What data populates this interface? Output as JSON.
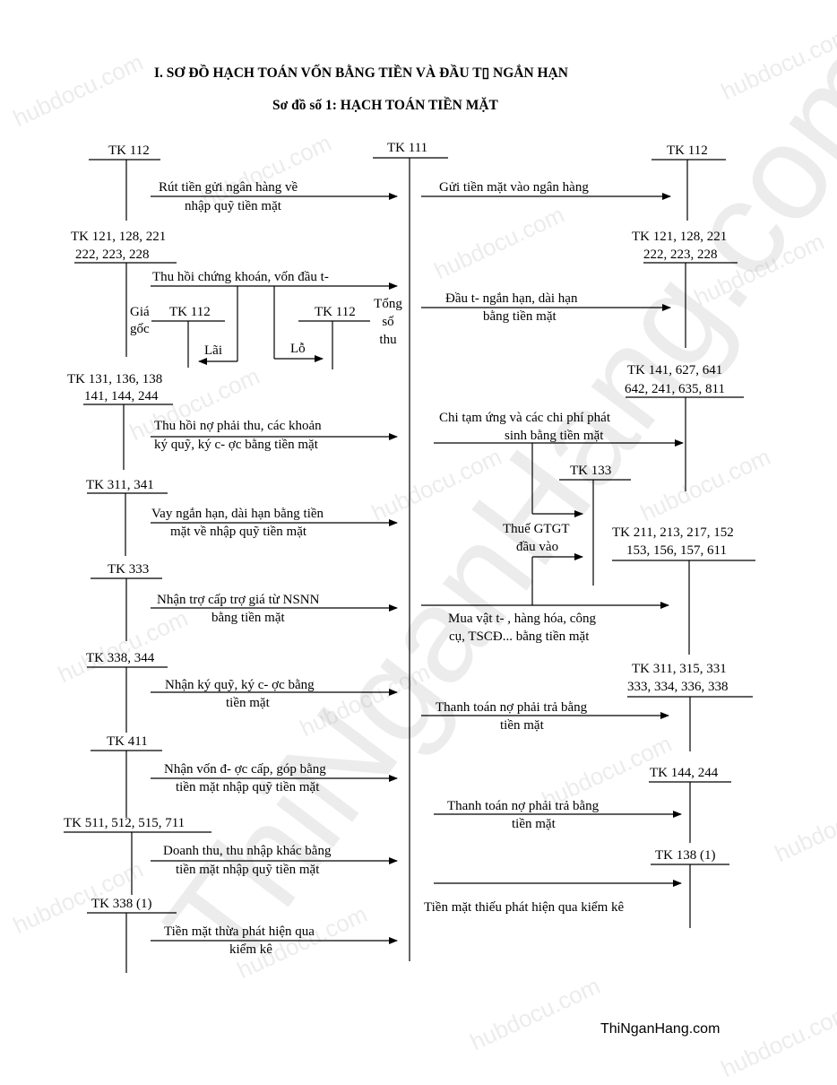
{
  "title": "I. SƠ ĐỒ HẠCH TOÁN VỐN BẰNG TIỀN VÀ ĐẦU T▯ NGẮN HẠN",
  "subtitle": "Sơ đồ số 1: HẠCH TOÁN TIỀN MẶT",
  "center_account": "TK 111",
  "left_accounts": {
    "tk112": "TK 112",
    "tk121_l1": "TK 121, 128, 221",
    "tk121_l2": "222, 223, 228",
    "tk131_l1": "TK 131, 136, 138",
    "tk131_l2": "141, 144, 244",
    "tk311": "TK 311, 341",
    "tk333": "TK 333",
    "tk338": "TK 338, 344",
    "tk411": "TK 411",
    "tk511": "TK 511, 512, 515, 711",
    "tk3381": "TK 338 (1)"
  },
  "left_entries": {
    "e1_l1": "Rút tiền gửi ngân hàng về",
    "e1_l2": "nhập quỹ tiền mặt",
    "e2": "Thu hồi chứng khoán, vốn đầu t-",
    "gia_goc_l1": "Giá",
    "gia_goc_l2": "gốc",
    "sub_tk112_a": "TK 112",
    "sub_tk112_b": "TK 112",
    "lai": "Lãi",
    "lo": "Lỗ",
    "tong_l1": "Tổng",
    "tong_l2": "số",
    "tong_l3": "thu",
    "e3_l1": "Thu hồi nợ phải thu, các khoản",
    "e3_l2": "ký quỹ, ký c- ợc bằng tiền mặt",
    "e4_l1": "Vay ngắn hạn, dài hạn bằng tiền",
    "e4_l2": "mặt về nhập quỹ tiền mặt",
    "e5_l1": "Nhận trợ cấp trợ giá từ NSNN",
    "e5_l2": "bằng tiền mặt",
    "e6_l1": "Nhận ký quỹ, ký c- ợc bằng",
    "e6_l2": "tiền mặt",
    "e7_l1": "Nhận vốn đ- ợc cấp, góp bằng",
    "e7_l2": "tiền mặt nhập quỹ tiền mặt",
    "e8_l1": "Doanh thu, thu nhập khác bằng",
    "e8_l2": "tiền mặt nhập quỹ tiền mặt",
    "e9_l1": "Tiền mặt thừa phát hiện qua",
    "e9_l2": "kiểm kê"
  },
  "right_accounts": {
    "tk112": "TK 112",
    "tk121_l1": "TK 121, 128, 221",
    "tk121_l2": "222, 223, 228",
    "tk141_l1": "TK 141, 627, 641",
    "tk141_l2": "642, 241, 635, 811",
    "tk133": "TK 133",
    "tk211_l1": "TK 211, 213, 217, 152",
    "tk211_l2": "153, 156, 157, 611",
    "tk311_l1": "TK 311, 315, 331",
    "tk311_l2": "333, 334, 336, 338",
    "tk144": "TK 144, 244",
    "tk1381": "TK 138 (1)"
  },
  "right_entries": {
    "r1": "Gửi tiền mặt vào ngân hàng",
    "r2_l1": "Đầu t- ngắn hạn, dài hạn",
    "r2_l2": "bằng tiền mặt",
    "r3_l1": "Chi tạm ứng và các chi phí phát",
    "r3_l2": "sinh bằng tiền mặt",
    "vat_l1": "Thuế GTGT",
    "vat_l2": "đầu vào",
    "r4_l1": "Mua vật t- , hàng hóa, công",
    "r4_l2": "cụ, TSCĐ... bằng tiền mặt",
    "r5_l1": "Thanh toán nợ phải trả bằng",
    "r5_l2": "tiền mặt",
    "r6_l1": "Thanh toán nợ phải trả bằng",
    "r6_l2": "tiền mặt",
    "r7": "Tiền mặt thiếu phát hiện qua kiểm kê"
  },
  "watermark_big": "ThiNganHang.com",
  "watermark_small": "hubdocu.com",
  "footer": "ThiNganHang.com"
}
